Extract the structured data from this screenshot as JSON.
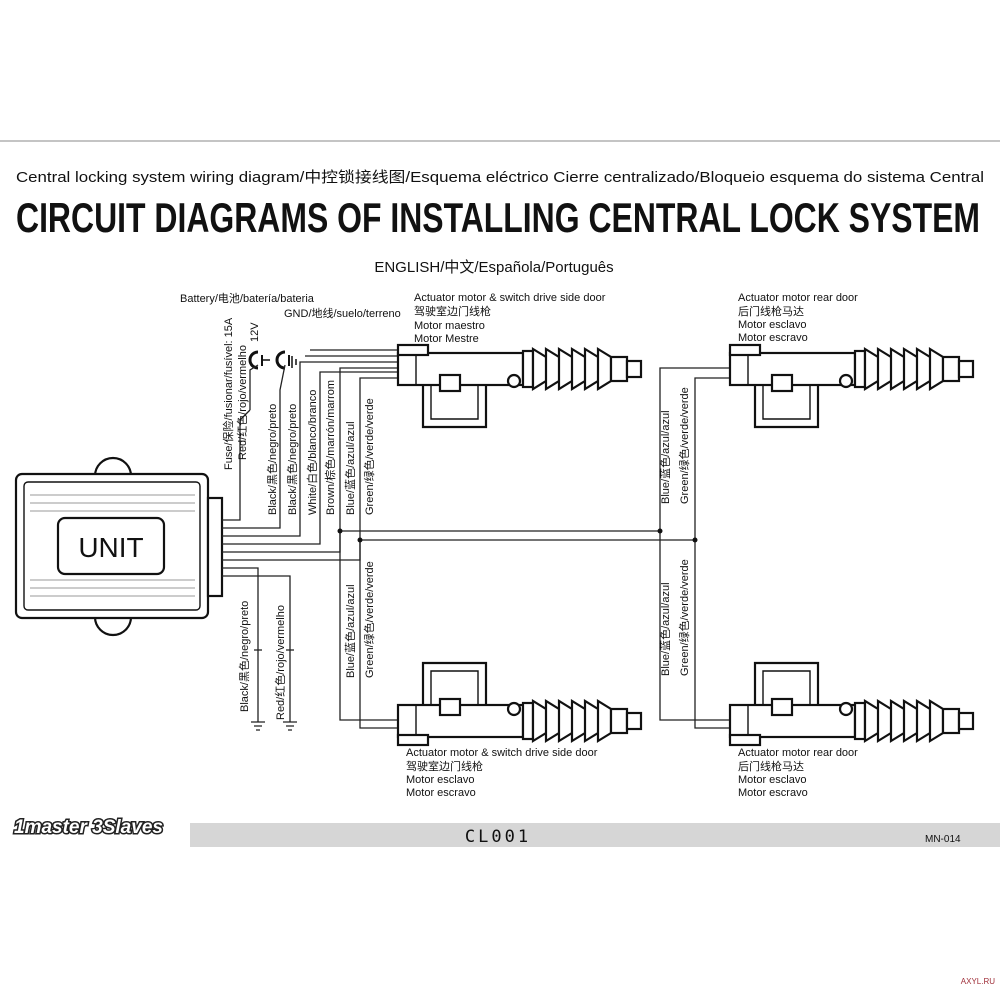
{
  "header": {
    "subtitle": "Central locking system wiring diagram/中控锁接线图/Esquema eléctrico Cierre centralizado/Bloqueio esquema do sistema Central",
    "title": "CIRCUIT DIAGRAMS OF INSTALLING CENTRAL LOCK SYSTEM",
    "languages": "ENGLISH/中文/Española/Português"
  },
  "unit": {
    "label": "UNIT"
  },
  "power": {
    "battery": "Battery/电池/batería/bateria",
    "gnd": "GND/地线/suelo/terreno",
    "voltage": "12V"
  },
  "wires": {
    "fuse": "Fuse/保险/fusionar/fusível: 15A",
    "red": "Red/红色/rojo/vermelho",
    "black_1": "Black/黑色/negro/preto",
    "black_2": "Black/黑色/negro/preto",
    "white": "White/白色/blanco/branco",
    "brown": "Brown/棕色/marrón/marrom",
    "blue_top": "Blue/蓝色/azul/azul",
    "green_top": "Green/绿色/verde/verde",
    "blue_bottom": "Blue/蓝色/azul/azul",
    "green_bottom": "Green/绿色/verde/verde",
    "blue_right_top": "Blue/蓝色/azul/azul",
    "green_right_top": "Green/绿色/verde/verde",
    "blue_right_bottom": "Blue/蓝色/azul/azul",
    "green_right_bottom": "Green/绿色/verde/verde",
    "black_switch": "Black/黑色/negro/preto",
    "red_switch": "Red/红色/rojo/vermelho"
  },
  "actuators": {
    "top_left": [
      "Actuator motor & switch drive side door",
      "驾驶室边门线枪",
      "Motor maestro",
      "Motor Mestre"
    ],
    "top_right": [
      "Actuator motor rear door",
      "后门线枪马达",
      "Motor esclavo",
      "Motor escravo"
    ],
    "bottom_left": [
      "Actuator motor & switch drive side door",
      "驾驶室边门线枪",
      "Motor esclavo",
      "Motor escravo"
    ],
    "bottom_right": [
      "Actuator motor rear door",
      "后门线枪马达",
      "Motor esclavo",
      "Motor escravo"
    ]
  },
  "footer": {
    "config": "1master 3Slaves",
    "model": "CL001",
    "code": "MN-014",
    "watermark": "AXYL.RU"
  }
}
